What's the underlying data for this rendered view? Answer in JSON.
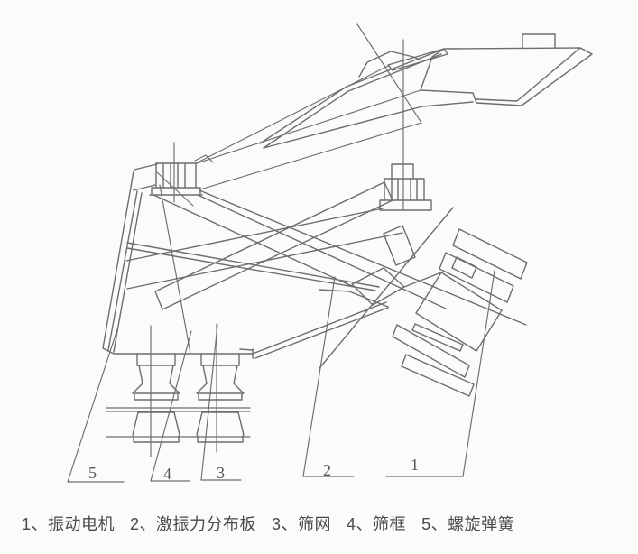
{
  "diagram": {
    "callouts": [
      {
        "number": "5"
      },
      {
        "number": "4"
      },
      {
        "number": "3"
      },
      {
        "number": "2"
      },
      {
        "number": "1"
      }
    ]
  },
  "legend": {
    "items": [
      {
        "text": "1、振动电机"
      },
      {
        "text": "2、激振力分布板"
      },
      {
        "text": "3、筛网"
      },
      {
        "text": "4、筛框"
      },
      {
        "text": "5、螺旋弹簧"
      }
    ]
  },
  "colors": {
    "line": "#6d6d6d",
    "text": "#4a4a4a",
    "background": "#fbfbfa"
  }
}
